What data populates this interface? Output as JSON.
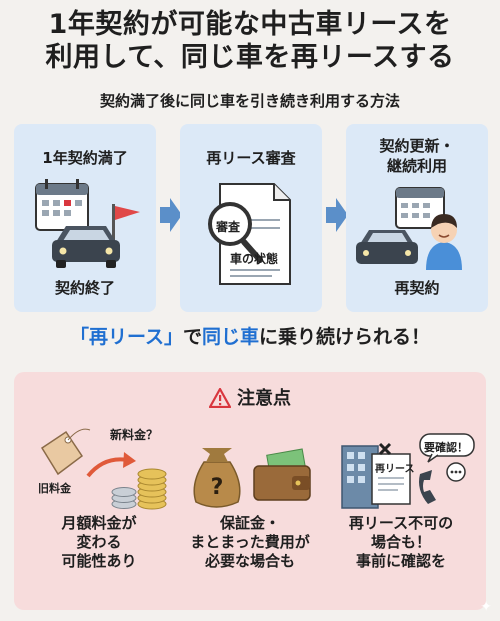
{
  "title": {
    "line1": "1年契約が可能な中古車リースを",
    "line2": "利用して、同じ車を再リースする"
  },
  "subtitle": "契約満了後に同じ車を引き続き利用する方法",
  "steps": [
    {
      "title": "1年契約満了",
      "footer": "契約終了"
    },
    {
      "title": "再リース審査",
      "magnifier_label": "審査",
      "doc_label": "車の状態"
    },
    {
      "title_line1": "契約更新・",
      "title_line2": "継続利用",
      "footer": "再契約"
    }
  ],
  "tagline": {
    "part1": "「再リース」",
    "part2": "で",
    "part3": "同じ車",
    "part4": "に乗り続けられる！"
  },
  "caution": {
    "title": "注意点",
    "items": [
      {
        "price_tag": "旧料金",
        "new_price": "新料金？",
        "caption": "月額料金が\n変わる\n可能性あり"
      },
      {
        "caption": "保証金・\nまとまった費用が\n必要な場合も"
      },
      {
        "doc_label": "再リース",
        "bubble": "要確認！",
        "caption": "再リース不可の\n場合も！\n事前に確認を"
      }
    ]
  },
  "colors": {
    "step_bg": "#dce9f7",
    "arrow": "#5b8fc9",
    "accent_blue": "#1f6fd1",
    "caution_bg": "#f7dcdc",
    "warning_red": "#d9363e"
  }
}
